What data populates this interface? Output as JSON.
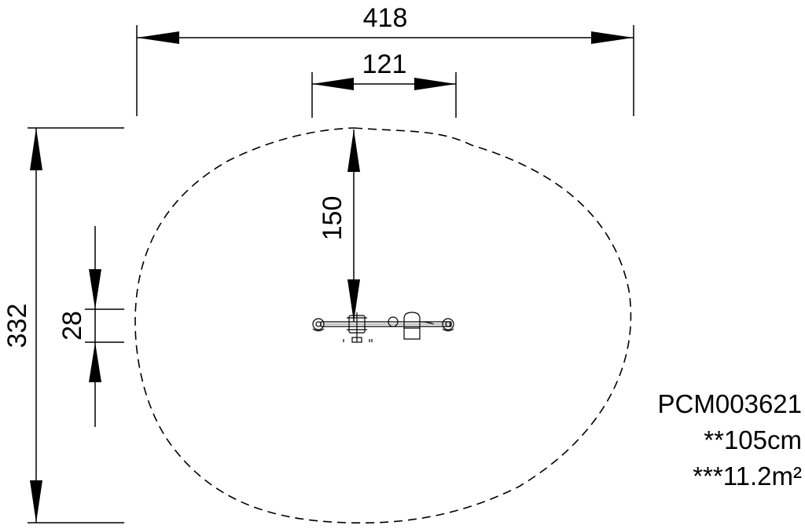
{
  "dimensions": {
    "overall_width": "418",
    "equipment_length": "121",
    "center_offset": "150",
    "overall_depth": "332",
    "equipment_width": "28"
  },
  "product": {
    "code": "PCM003621",
    "fall_height": "**105cm",
    "safety_area": "***11.2m²"
  },
  "colors": {
    "line": "#000000",
    "background": "#ffffff"
  }
}
